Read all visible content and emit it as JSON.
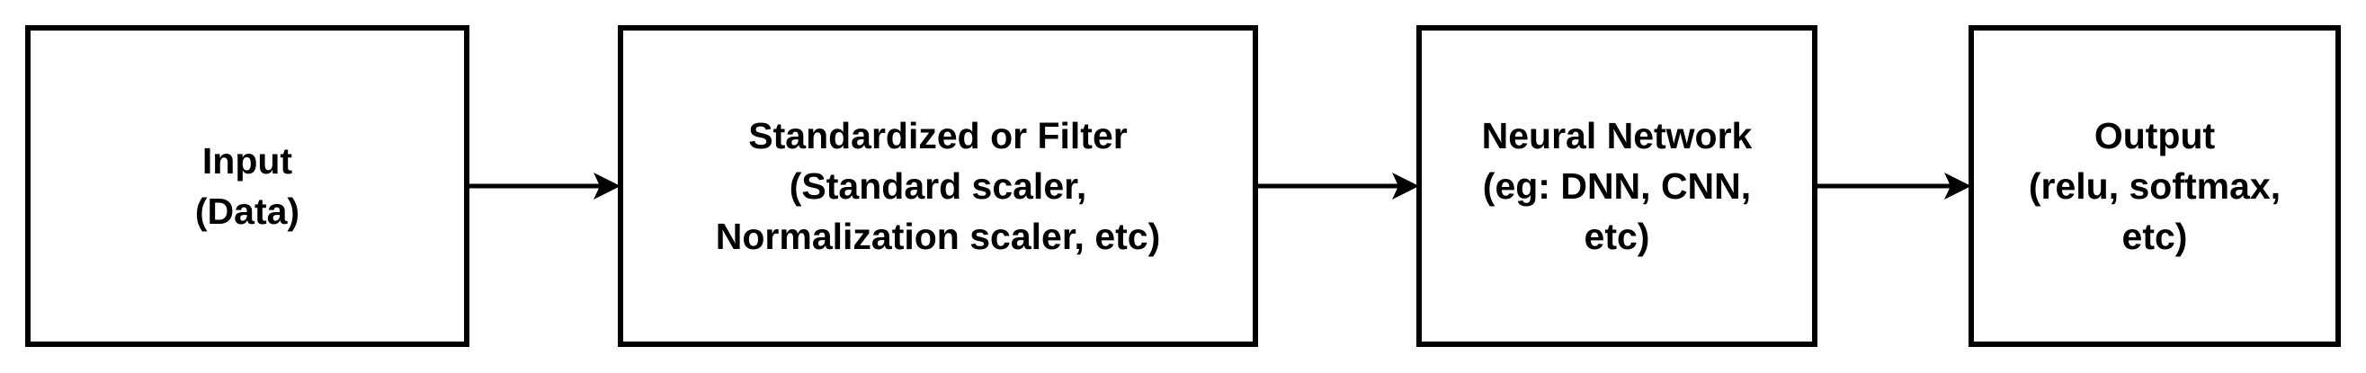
{
  "diagram": {
    "nodes": [
      {
        "id": "input",
        "lines": [
          "Input",
          "(Data)"
        ]
      },
      {
        "id": "standardize",
        "lines": [
          "Standardized or Filter",
          "(Standard scaler,",
          "Normalization scaler, etc)"
        ]
      },
      {
        "id": "neural-network",
        "lines": [
          "Neural Network",
          "(eg: DNN, CNN,",
          "etc)"
        ]
      },
      {
        "id": "output",
        "lines": [
          "Output",
          "(relu, softmax,",
          "etc)"
        ]
      }
    ],
    "edges": [
      {
        "from": "input",
        "to": "standardize"
      },
      {
        "from": "standardize",
        "to": "neural-network"
      },
      {
        "from": "neural-network",
        "to": "output"
      }
    ],
    "colors": {
      "stroke": "#000000",
      "fill": "#ffffff",
      "text": "#000000"
    }
  }
}
